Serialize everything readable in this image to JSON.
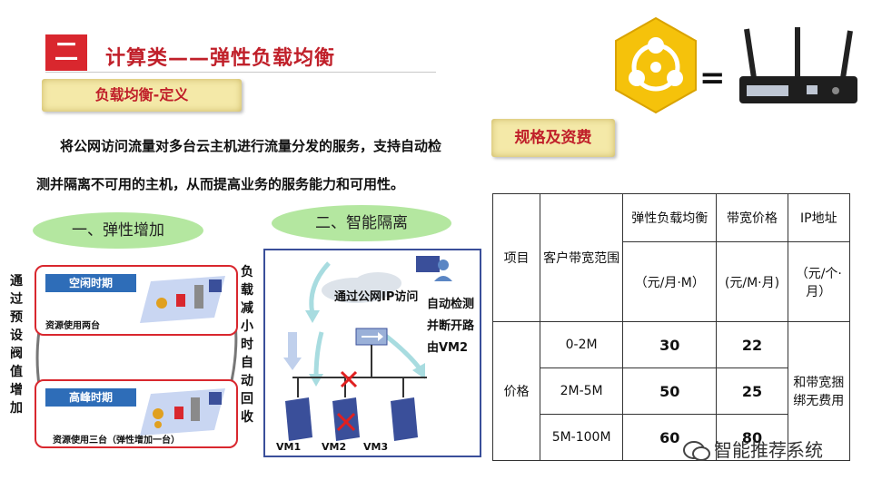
{
  "header": {
    "section_number": "二",
    "title": "计算类——弹性负载均衡"
  },
  "definition": {
    "label": "负载均衡-定义",
    "text_line1": "将公网访问流量对多台云主机进行流量分发的服务，支持自动检",
    "text_line2": "测并隔离不可用的主机，从而提高业务的服务能力和可用性。"
  },
  "elastic_increase": {
    "title": "一、弹性增加",
    "left_vertical": "通过预设阀值增加",
    "right_vertical": "负载减小时自动回收",
    "idle_label": "空闲时期",
    "idle_note": "资源使用两台",
    "peak_label": "高峰时期",
    "peak_note": "资源使用三台（弹性增加一台）"
  },
  "smart_isolation": {
    "title": "二、智能隔离",
    "access_label": "通过公网IP访问",
    "detect_line1": "自动检测",
    "detect_line2": "并断开路",
    "detect_line3": "由VM2",
    "vm1": "VM1",
    "vm2": "VM2",
    "vm3": "VM3"
  },
  "equals_sign": "=",
  "spec": {
    "label": "规格及资费",
    "table": {
      "h_item": "项目",
      "h_bandwidth_range": "客户带宽范围",
      "h_elb": "弹性负载均衡",
      "h_bw_price": "带宽价格",
      "h_ip": "IP地址",
      "u_elb": "（元/月·M）",
      "u_bw": "(元/M·月)",
      "u_ip": "（元/个·月）",
      "price_label": "价格",
      "rows": [
        {
          "range": "0-2M",
          "elb": "30",
          "bw": "22"
        },
        {
          "range": "2M-5M",
          "elb": "50",
          "bw": "25"
        },
        {
          "range": "5M-100M",
          "elb": "60",
          "bw": "80"
        }
      ],
      "ip_note": "和带宽捆绑无费用"
    }
  },
  "watermark": "智能推荐系统",
  "colors": {
    "accent_red": "#d9272e",
    "title_red": "#c0202a",
    "blue": "#2e6db8",
    "ellipse_green": "#b4e7a0",
    "scroll_yellow": "#f4e9a8",
    "hex_gold": "#f5c20b"
  }
}
